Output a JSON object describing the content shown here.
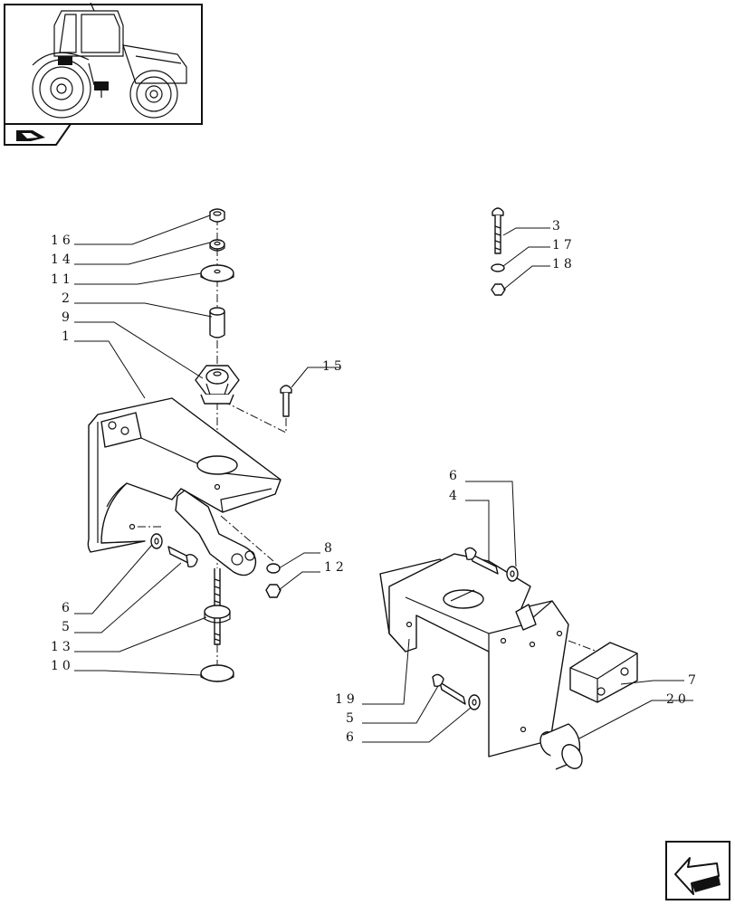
{
  "diagram": {
    "callouts": [
      {
        "id": "c16",
        "text": "16"
      },
      {
        "id": "c14",
        "text": "14"
      },
      {
        "id": "c11",
        "text": "11"
      },
      {
        "id": "c2",
        "text": "2"
      },
      {
        "id": "c9",
        "text": "9"
      },
      {
        "id": "c1",
        "text": "1"
      },
      {
        "id": "c15",
        "text": "15"
      },
      {
        "id": "c8",
        "text": "8"
      },
      {
        "id": "c12",
        "text": "12"
      },
      {
        "id": "c6a",
        "text": "6"
      },
      {
        "id": "c5a",
        "text": "5"
      },
      {
        "id": "c13",
        "text": "13"
      },
      {
        "id": "c10",
        "text": "10"
      },
      {
        "id": "c3",
        "text": "3"
      },
      {
        "id": "c17",
        "text": "17"
      },
      {
        "id": "c18",
        "text": "18"
      },
      {
        "id": "c6b",
        "text": "6"
      },
      {
        "id": "c4",
        "text": "4"
      },
      {
        "id": "c7",
        "text": "7"
      },
      {
        "id": "c20",
        "text": "20"
      },
      {
        "id": "c19",
        "text": "19"
      },
      {
        "id": "c5b",
        "text": "5"
      },
      {
        "id": "c6c",
        "text": "6"
      }
    ]
  },
  "icons": {
    "thumbnail": "tractor-thumbnail-icon",
    "section": "section-arrow-icon",
    "nav": "next-page-arrow-icon"
  }
}
